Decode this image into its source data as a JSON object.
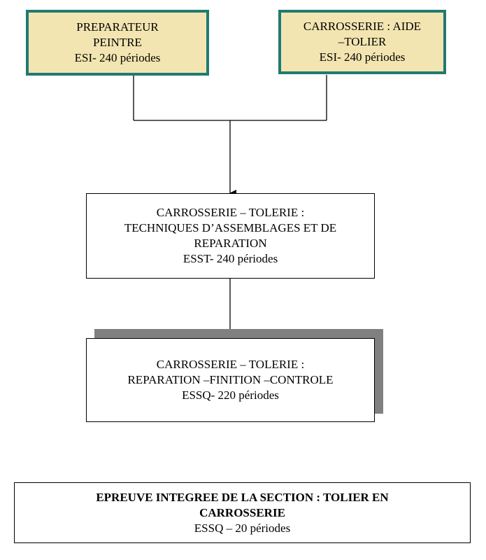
{
  "boxes": {
    "preparateur": {
      "line1": "PREPARATEUR",
      "line2": "PEINTRE",
      "line3": "ESI- 240  périodes"
    },
    "aide_tolier": {
      "line1": "CARROSSERIE : AIDE",
      "line2": "–TOLIER",
      "line3": "ESI- 240  périodes"
    },
    "esst": {
      "line1": "CARROSSERIE – TOLERIE :",
      "line2": "TECHNIQUES D’ASSEMBLAGES ET DE",
      "line3": "REPARATION",
      "line4": "ESST- 240 périodes"
    },
    "essq": {
      "line1": "CARROSSERIE – TOLERIE :",
      "line2": "REPARATION –FINITION –CONTROLE",
      "line3": "ESSQ- 220 périodes"
    },
    "epreuve": {
      "line1": "EPREUVE INTEGREE DE LA SECTION : TOLIER  EN",
      "line2": "CARROSSERIE",
      "line3": "ESSQ – 20 périodes"
    }
  },
  "colors": {
    "top_box_fill": "#f3e5b1",
    "top_box_border": "#1f7a72",
    "shadow": "#808080"
  }
}
